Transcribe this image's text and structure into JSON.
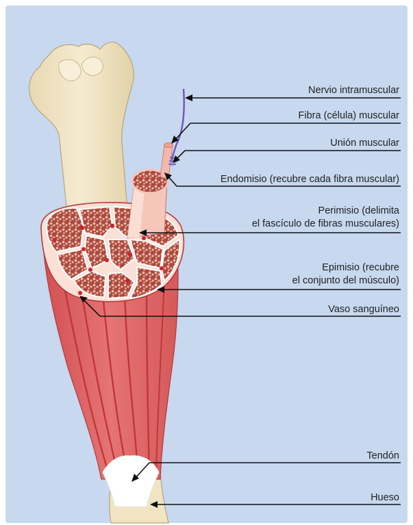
{
  "colors": {
    "background": "#c7d8ef",
    "bone": "#f0e4c3",
    "muscle": "#e06a6a",
    "muscle_dark": "#c0363b",
    "fascicle_fill": "#a84a3d",
    "fiber": "#f2b8ac",
    "tendon": "#ffffff",
    "nerve": "#6a57b5",
    "leader": "#111111"
  },
  "labels": {
    "nervio": "Nervio intramuscular",
    "fibra": "Fibra (célula) muscular",
    "union": "Unión muscular",
    "endomisio": "Endomisio (recubre cada fibra muscular)",
    "perimisio_line1": "Perimisio (delimita",
    "perimisio_line2": "el fascículo de fibras musculares)",
    "epimisio_line1": "Epimisio (recubre",
    "epimisio_line2": "el conjunto del músculo)",
    "vaso": "Vaso sanguíneo",
    "tendon": "Tendón",
    "hueso": "Hueso"
  }
}
